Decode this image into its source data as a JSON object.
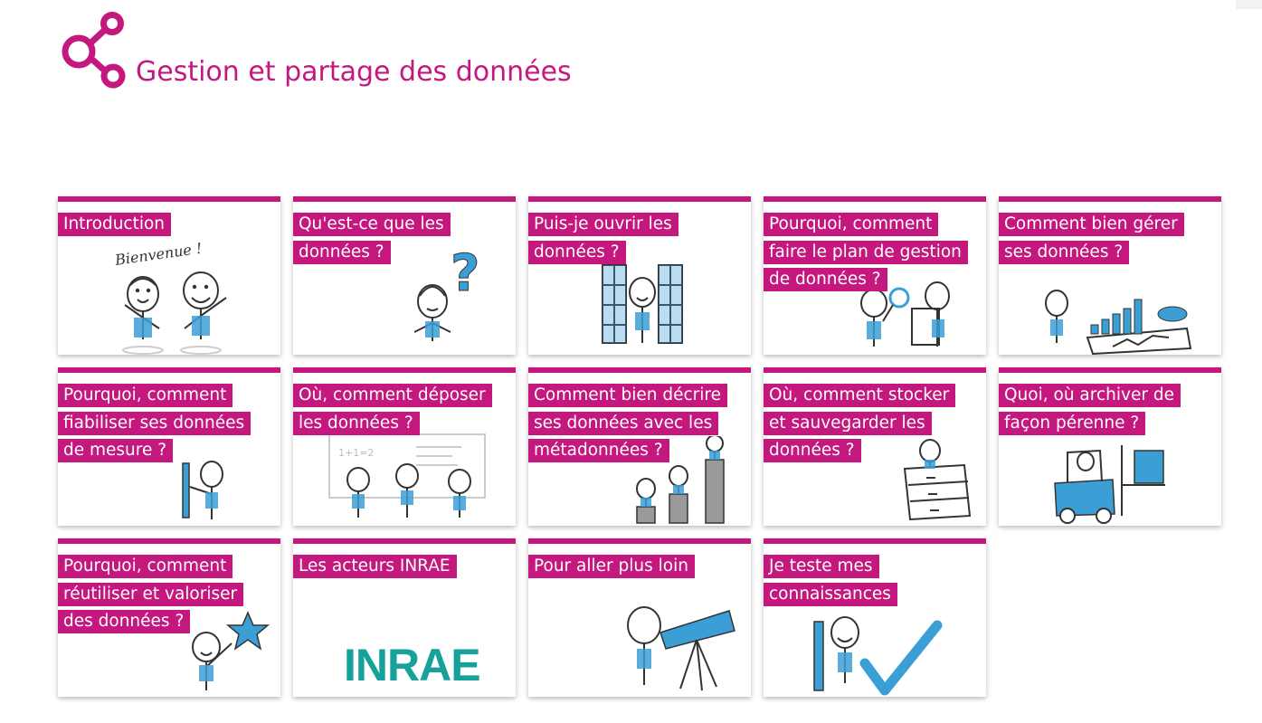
{
  "page": {
    "title": "Gestion et partage des données"
  },
  "colors": {
    "accent": "#c4187f",
    "sketch_blue": "#3b9fd6",
    "inrae_teal": "#17a19b"
  },
  "cards": [
    {
      "label": [
        "Introduction"
      ],
      "illustration": "two-figures-waving",
      "caption": "Bienvenue !"
    },
    {
      "label": [
        "Qu'est-ce que les",
        "données ?"
      ],
      "illustration": "figure-question-mark"
    },
    {
      "label": [
        "Puis-je ouvrir les",
        "données ?"
      ],
      "illustration": "figure-opening-window"
    },
    {
      "label": [
        "Pourquoi, comment",
        "faire le plan de gestion",
        "de données ?"
      ],
      "illustration": "figures-magnifier-paper"
    },
    {
      "label": [
        "Comment bien gérer",
        "ses données ?"
      ],
      "illustration": "figure-dashboard-charts"
    },
    {
      "label": [
        "Pourquoi, comment",
        "fiabiliser ses données",
        "de mesure ?"
      ],
      "illustration": "figure-with-ruler"
    },
    {
      "label": [
        "Où, comment déposer",
        "les données ?"
      ],
      "illustration": "scientists-at-board"
    },
    {
      "label": [
        "Comment bien décrire",
        "ses données avec les",
        "métadonnées ?"
      ],
      "illustration": "figures-on-podiums"
    },
    {
      "label": [
        "Où, comment stocker",
        "et sauvegarder les",
        "données ?"
      ],
      "illustration": "figure-in-drawer"
    },
    {
      "label": [
        "Quoi, où archiver de",
        "façon pérenne ?"
      ],
      "illustration": "figure-forklift-boxes"
    },
    {
      "label": [
        "Pourquoi, comment",
        "réutiliser et valoriser",
        "des données ?"
      ],
      "illustration": "figure-holding-star"
    },
    {
      "label": [
        "Les acteurs INRAE"
      ],
      "illustration": "inrae-logo",
      "logo_text": "INRAE"
    },
    {
      "label": [
        "Pour aller plus loin"
      ],
      "illustration": "figure-telescope"
    },
    {
      "label": [
        "Je teste mes",
        "connaissances"
      ],
      "illustration": "figure-pencil-checkmark"
    }
  ]
}
